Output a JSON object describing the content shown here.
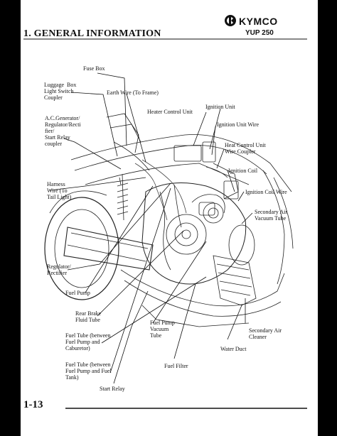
{
  "header": {
    "brand": "KYMCO",
    "section_title": "1. GENERAL INFORMATION",
    "model": "YUP 250"
  },
  "footer": {
    "page_number": "1-13"
  },
  "callouts": {
    "fuse_box": "Fuse Box",
    "luggage_box": "Luggage  Box\nLight Switch\nCoupler",
    "earth_wire": "Earth Wire (To Frame)",
    "ignition_unit": "Ignition Unit",
    "heater_control_unit": "Heater Control Unit",
    "ignition_unit_wire": "Ignition Unit Wire",
    "ac_generator": "A.C.Generator/\nRegulator/Recti\nfier/\nStart Relay\ncoupler",
    "heat_control_unit_wire": "Heat Control Unit\nWire Coupler",
    "ignition_coil": "Ignition Coil",
    "harness_wire": "Harness\nWire (To\nTail Light)",
    "ignition_coil_wire": "Ignition Coil Wire",
    "secondary_air_vacuum_tube": "Secondary Air\nVacuum Tube",
    "regulator_rectifier": "Regulator/\nRectifier",
    "fuel_pump": "Fuel Pump",
    "rear_brake_fluid_tube": "Rear Brake\nFluid Tube",
    "fuel_pump_vacuum_tube": "Fuel Pump\nVacuum\nTube",
    "fuel_tube_carburetor": "Fuel Tube (between\nFuel Pump and\nCaburetor)",
    "secondary_air_cleaner": "Secondary Air\nCleaner",
    "water_duct": "Water Duct",
    "fuel_tube_tank": "Fuel Tube (between\nFuel Pump and Fuel\nTank)",
    "fuel_filter": "Fuel Filter",
    "start_relay": "Start Relay"
  }
}
